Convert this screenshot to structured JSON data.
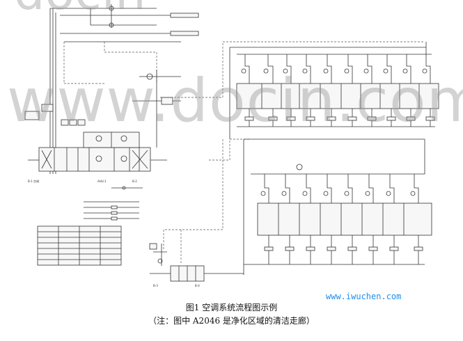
{
  "captions": {
    "figure_title": "图1 空调系统流程图示例",
    "figure_note": "（注：图中 A2046 是净化区域的清洁走廊）"
  },
  "watermarks": {
    "site": "www.iwuchen.com",
    "main": "www.docin.com",
    "top": "docin"
  }
}
